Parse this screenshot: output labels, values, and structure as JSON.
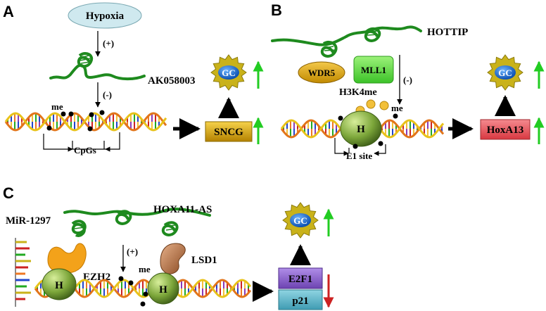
{
  "panels": {
    "a": {
      "letter": "A",
      "hypoxia": "Hypoxia",
      "effect_top": "(+)",
      "lncrna": "AK058003",
      "effect_bottom": "(-)",
      "me": "me",
      "cpgs": "CpGs",
      "target": "SNCG",
      "gc": "GC"
    },
    "b": {
      "letter": "B",
      "lncrna": "HOTTIP",
      "wdr5": "WDR5",
      "mll1": "MLL1",
      "effect": "(-)",
      "h3k4me": "H3K4me",
      "me": "me",
      "histone": "H",
      "site": "E1 site",
      "target": "HoxA13",
      "gc": "GC"
    },
    "c": {
      "letter": "C",
      "mirna": "MiR-1297",
      "lncrna": "HOXA11-AS",
      "ezh2": "EZH2",
      "effect": "(+)",
      "me": "me",
      "lsd1": "LSD1",
      "histone_left": "H",
      "histone_right": "H",
      "target_up": "E2F1",
      "target_down": "p21",
      "gc": "GC"
    }
  },
  "colors": {
    "green_up": "#22cc22",
    "red_down": "#cc2222",
    "rna_green": "#1e8a1e",
    "gc_blue": "#1c6fd1",
    "star_gold": "#c9b21a",
    "hypoxia_fill": "#cfe9ef",
    "sncg_fill": "#d9a400",
    "hox_fill": "#e8505a",
    "e2f1_fill": "#8a5fc8",
    "p21_fill": "#5ab4c8"
  },
  "icons": [
    "gc-star-icon",
    "histone-icon",
    "dna-helix-icon",
    "lncrna-icon",
    "up-arrow-icon",
    "down-arrow-icon"
  ]
}
